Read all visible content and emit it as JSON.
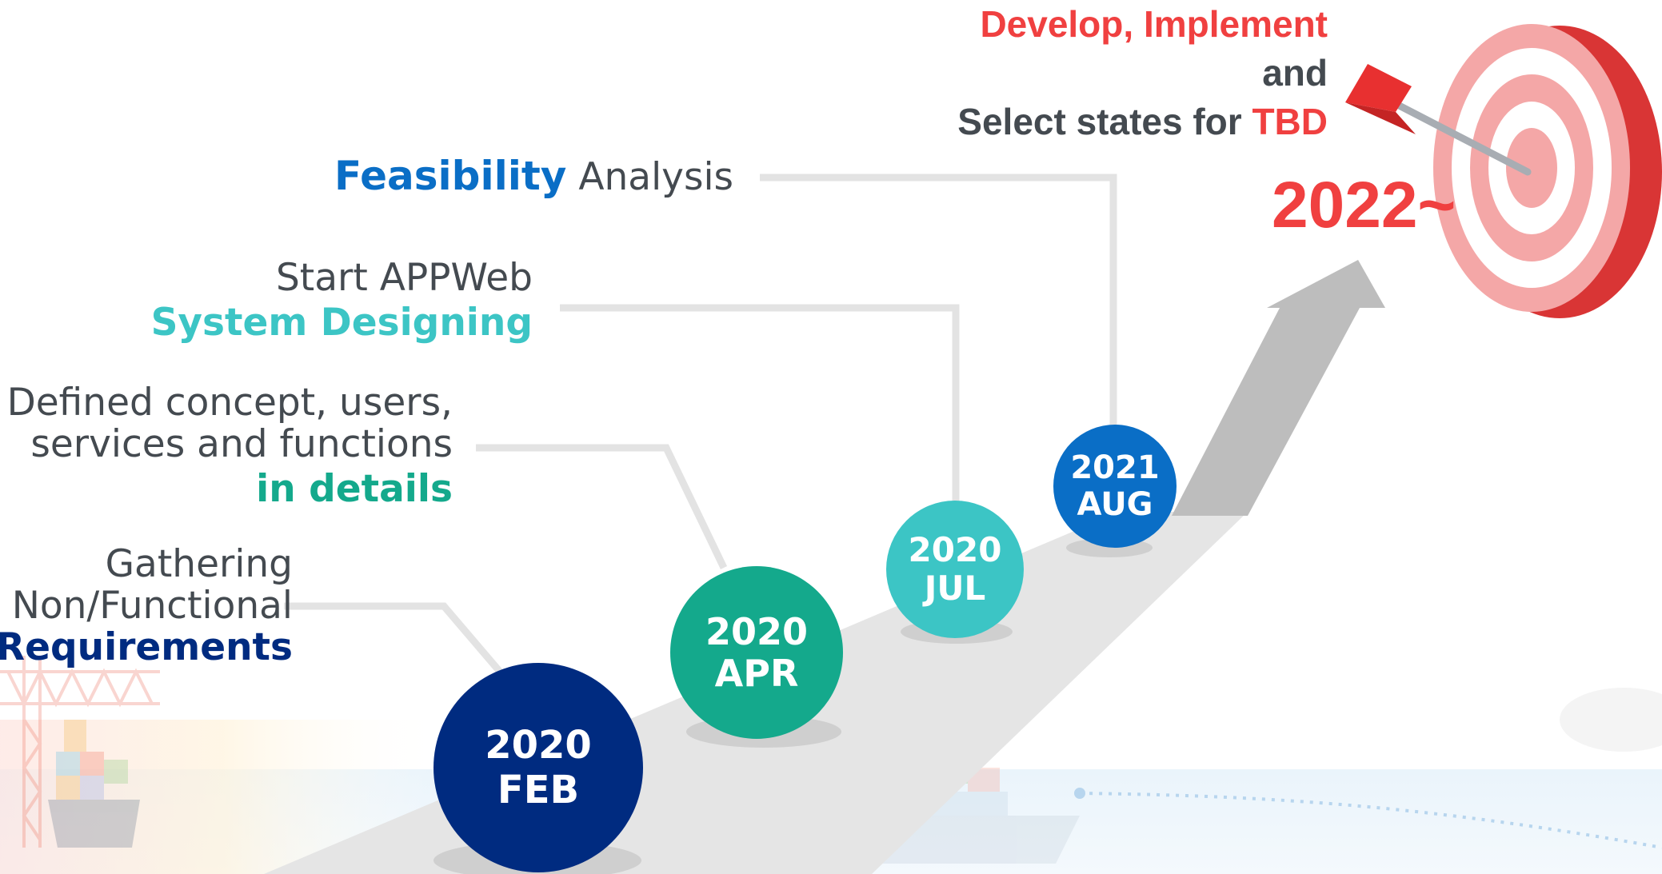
{
  "colors": {
    "feb": "#002b80",
    "apr": "#14a98c",
    "jul": "#3cc5c5",
    "aug": "#0a6ec6",
    "accent_red": "#f04040",
    "text_gray": "#444a50",
    "road": "#e5e5e5",
    "arrow": "#bdbdbd"
  },
  "milestones": [
    {
      "year": "2020",
      "month": "FEB",
      "lines": [
        "Gathering",
        "Non/Functional"
      ],
      "emphasis": "Requirements",
      "emphasis_color": "#002b80"
    },
    {
      "year": "2020",
      "month": "APR",
      "lines": [
        "Defined concept, users,",
        "services and functions"
      ],
      "emphasis": "in details",
      "emphasis_color": "#14a98c"
    },
    {
      "year": "2020",
      "month": "JUL",
      "lines": [
        "Start APPWeb"
      ],
      "emphasis": "System Designing",
      "emphasis_color": "#3cc5c5"
    },
    {
      "year": "2021",
      "month": "AUG",
      "emphasis": "Feasibility",
      "rest": "Analysis",
      "emphasis_color": "#0a6ec6"
    }
  ],
  "goal": {
    "line1": "Develop, Implement",
    "line2": "and",
    "line3_prefix": "Select states for ",
    "line3_highlight": "TBD",
    "year": "2022~",
    "target_icon": "bullseye-target-icon"
  },
  "background_icons": [
    "port-crane-icon",
    "cargo-ship-icon"
  ]
}
